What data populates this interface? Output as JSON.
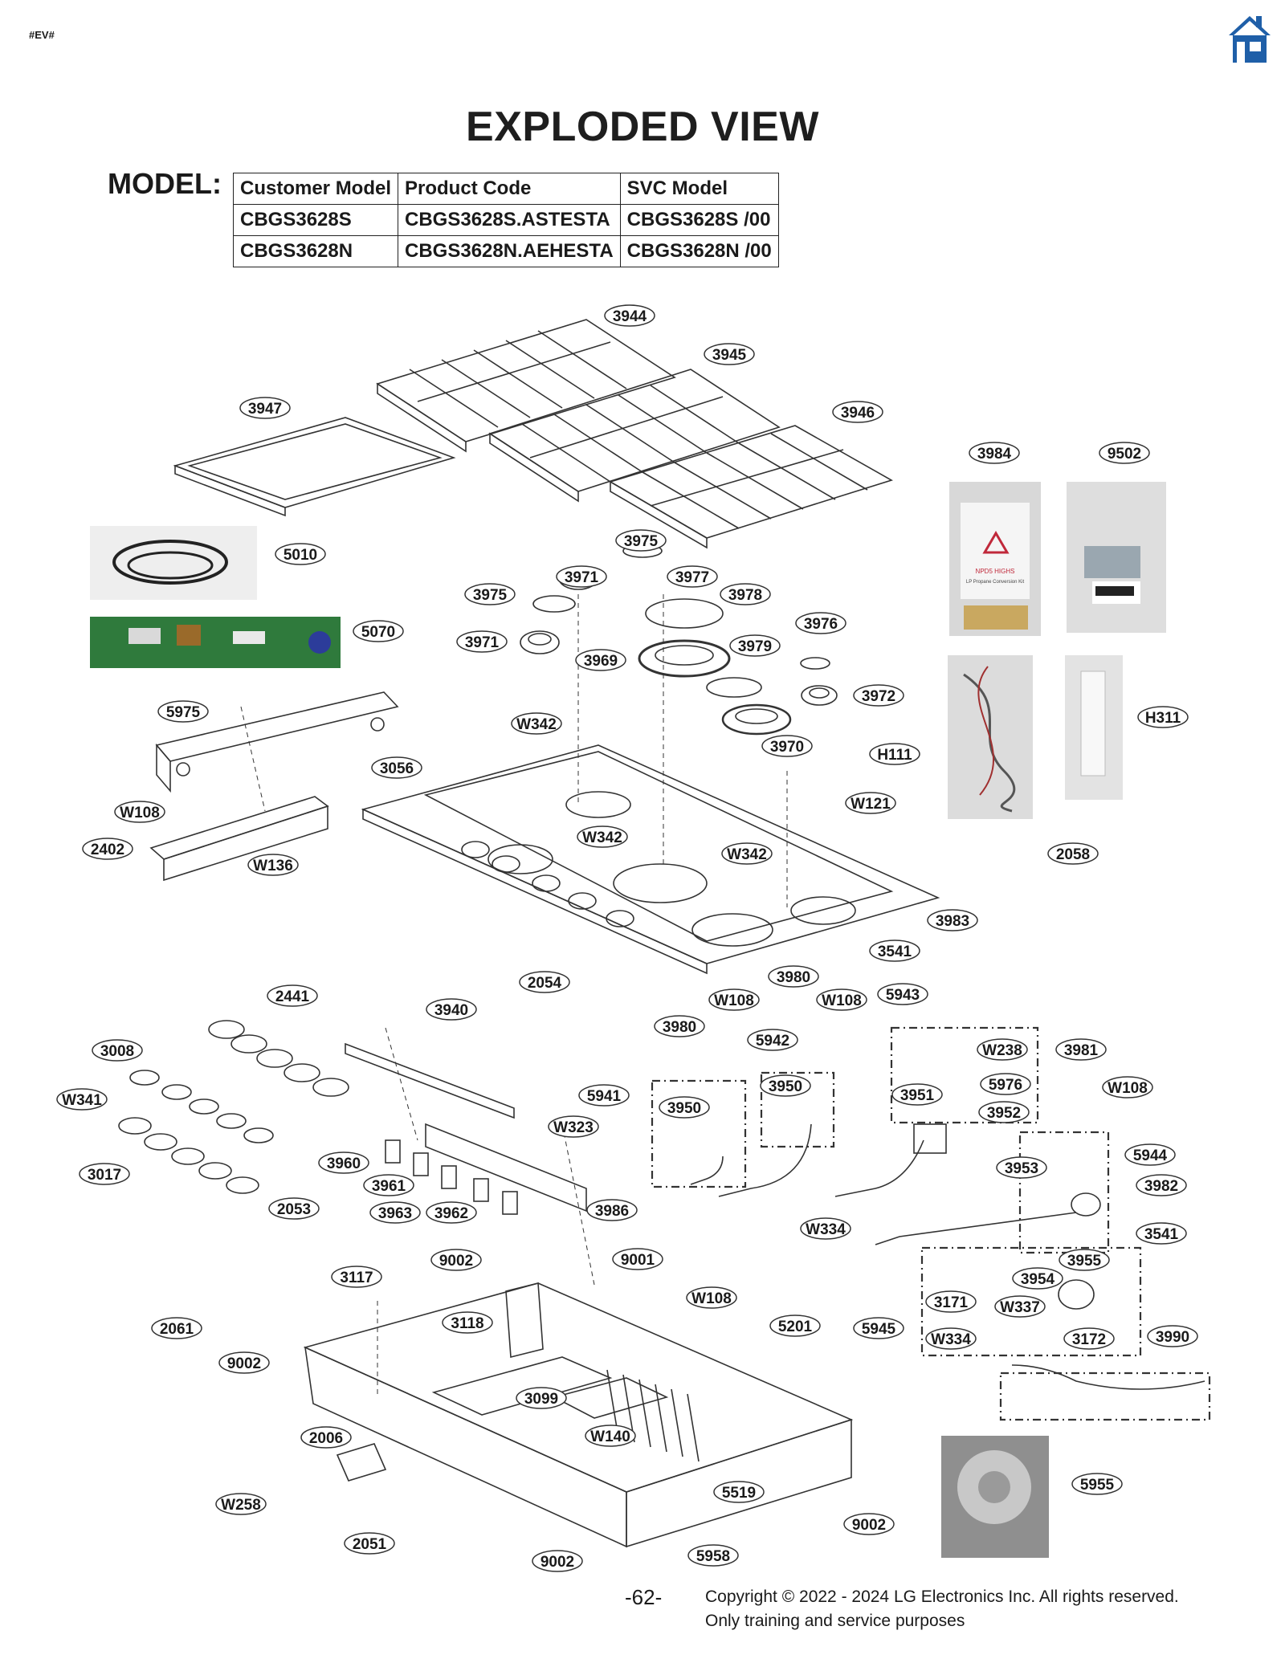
{
  "page_tag": "#EV#",
  "title": "EXPLODED VIEW",
  "model_label": "MODEL:",
  "model_table": {
    "headers": [
      "Customer Model",
      "Product Code",
      "SVC Model"
    ],
    "rows": [
      [
        "CBGS3628S",
        "CBGS3628S.ASTESTA",
        "CBGS3628S  /00"
      ],
      [
        "CBGS3628N",
        "CBGS3628N.AEHESTA",
        "CBGS3628N  /00"
      ]
    ]
  },
  "part_labels": [
    "3944",
    "3945",
    "3947",
    "3946",
    "3984",
    "9502",
    "5010",
    "3975",
    "3977",
    "3971",
    "3978",
    "3975",
    "5070",
    "3976",
    "3971",
    "3979",
    "3969",
    "3972",
    "5975",
    "W342",
    "3970",
    "H311",
    "H111",
    "3056",
    "W121",
    "W108",
    "2402",
    "W136",
    "W342",
    "W342",
    "2058",
    "3983",
    "3541",
    "2054",
    "3980",
    "W108",
    "W108",
    "5943",
    "2441",
    "3940",
    "3980",
    "3008",
    "W238",
    "3981",
    "5942",
    "5976",
    "W108",
    "W341",
    "5941",
    "3950",
    "3950",
    "3951",
    "3952",
    "W323",
    "5944",
    "3960",
    "3953",
    "3982",
    "3017",
    "3961",
    "3986",
    "3963",
    "3962",
    "W334",
    "2053",
    "3541",
    "9002",
    "9001",
    "3955",
    "3117",
    "3954",
    "W108",
    "3171",
    "W337",
    "3118",
    "5201",
    "5945",
    "2061",
    "W334",
    "3172",
    "3990",
    "9002",
    "3099",
    "2006",
    "W140",
    "5955",
    "5519",
    "W258",
    "9002",
    "2051",
    "9002",
    "5958"
  ],
  "photo_labels": {
    "kit_bag_text": "NPD5 HIGHS",
    "kit_bag_subtext": "LP Propane Conversion Kit"
  },
  "footer": {
    "page_number": "-62-",
    "copyright": "Copyright © 2022 - 2024 LG Electronics Inc. All rights reserved.",
    "purpose": "Only training and service purposes"
  },
  "colors": {
    "home_icon": "#1f5fa8",
    "line": "#333333",
    "pcb_green": "#2f7a3c"
  },
  "icons": [
    "home-icon"
  ]
}
